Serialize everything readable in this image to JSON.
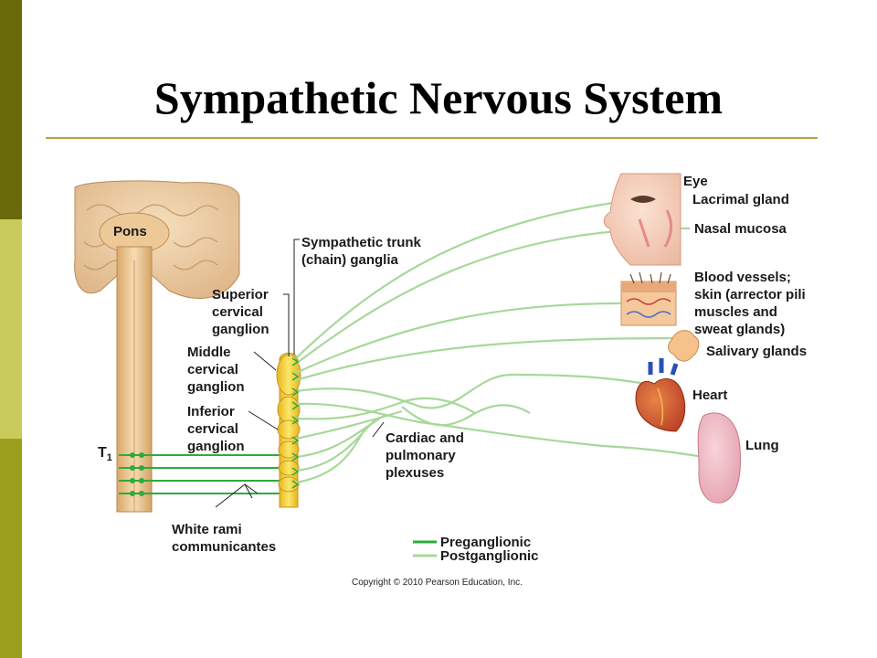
{
  "colors": {
    "sidebar_top": "#6b6a0a",
    "sidebar_mid": "#c9cb5a",
    "sidebar_bottom": "#9c9f1c",
    "rule": "#b3a940",
    "preganglionic": "#2eab3a",
    "postganglionic": "#a7d89a",
    "ganglia": "#f3d332"
  },
  "slide": {
    "title": "Sympathetic Nervous System"
  },
  "labels": {
    "pons": "Pons",
    "trunk": "Sympathetic trunk\n(chain) ganglia",
    "superior": "Superior\ncervical\nganglion",
    "middle": "Middle\ncervical\nganglion",
    "inferior": "Inferior\ncervical\nganglion",
    "t1": "T",
    "t1_sub": "1",
    "white_rami": "White rami\ncommunicantes",
    "cardiac": "Cardiac and\npulmonary\nplexuses",
    "eye": "Eye",
    "lacrimal": "Lacrimal gland",
    "nasal": "Nasal mucosa",
    "blood": "Blood vessels;\nskin (arrector pili\nmuscles and\nsweat glands)",
    "salivary": "Salivary glands",
    "heart": "Heart",
    "lung": "Lung"
  },
  "legend": {
    "pre": "Preganglionic",
    "post": "Postganglionic"
  },
  "copyright": "Copyright © 2010 Pearson Education, Inc."
}
